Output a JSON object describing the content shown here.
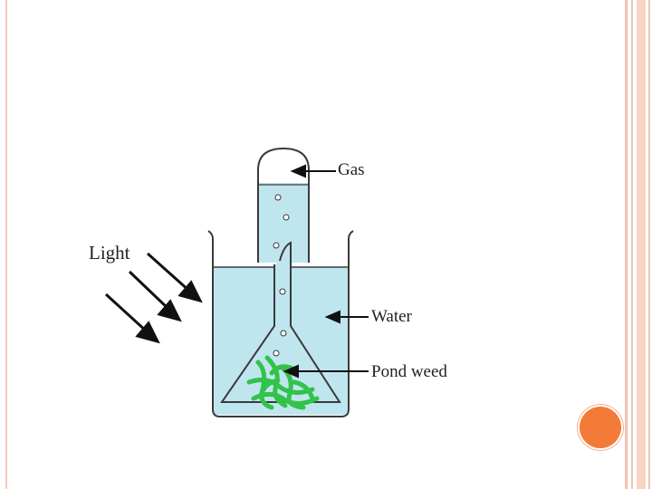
{
  "diagram": {
    "labels": {
      "light": "Light",
      "gas": "Gas",
      "water": "Water",
      "pond_weed": "Pond weed"
    }
  },
  "colors": {
    "water": "#bfe6ef",
    "outline": "#3a3a3a",
    "weed": "#33c24a",
    "border": "#f5c2ae",
    "bullet": "#f47a37"
  }
}
